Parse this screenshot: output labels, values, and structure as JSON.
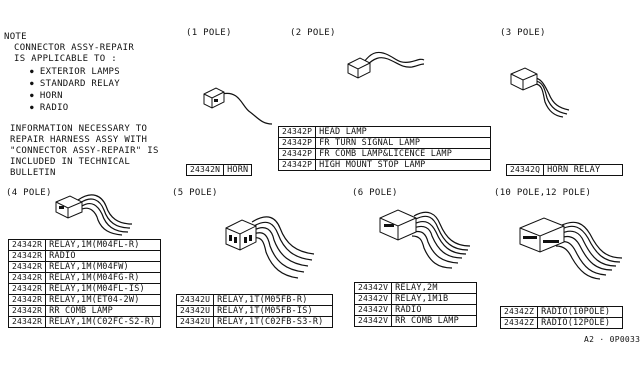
{
  "note": {
    "title": "NOTE",
    "line1": "CONNECTOR ASSY-REPAIR",
    "line2": "IS APPLICABLE TO :",
    "items": [
      "EXTERIOR LAMPS",
      "STANDARD RELAY",
      "HORN",
      "RADIO"
    ],
    "info": [
      "INFORMATION NECESSARY TO",
      "REPAIR HARNESS ASSY WITH",
      "\"CONNECTOR ASSY-REPAIR\" IS",
      "INCLUDED IN TECHNICAL",
      "BULLETIN"
    ]
  },
  "groups": {
    "pole1": {
      "label": "(1 POLE)",
      "parts": [
        {
          "pn": "24342N",
          "desc": "HORN"
        }
      ]
    },
    "pole2": {
      "label": "(2 POLE)",
      "parts": [
        {
          "pn": "24342P",
          "desc": "HEAD LAMP"
        },
        {
          "pn": "24342P",
          "desc": "FR TURN SIGNAL LAMP"
        },
        {
          "pn": "24342P",
          "desc": "FR COMB LAMP&LICENCE LAMP"
        },
        {
          "pn": "24342P",
          "desc": "HIGH MOUNT STOP LAMP"
        }
      ]
    },
    "pole3": {
      "label": "(3 POLE)",
      "parts": [
        {
          "pn": "24342Q",
          "desc": "HORN RELAY"
        }
      ]
    },
    "pole4": {
      "label": "(4 POLE)",
      "parts": [
        {
          "pn": "24342R",
          "desc": "RELAY,1M(M04FL-R)"
        },
        {
          "pn": "24342R",
          "desc": "RADIO"
        },
        {
          "pn": "24342R",
          "desc": "RELAY,1M(M04FW)"
        },
        {
          "pn": "24342R",
          "desc": "RELAY,1M(M04FG-R)"
        },
        {
          "pn": "24342R",
          "desc": "RELAY,1M(M04FL-IS)"
        },
        {
          "pn": "24342R",
          "desc": "RELAY,1M(ET04-2W)"
        },
        {
          "pn": "24342R",
          "desc": "RR COMB LAMP"
        },
        {
          "pn": "24342R",
          "desc": "RELAY,1M(C02FC-S2-R)"
        }
      ]
    },
    "pole5": {
      "label": "(5 POLE)",
      "parts": [
        {
          "pn": "24342U",
          "desc": "RELAY,1T(M05FB-R)"
        },
        {
          "pn": "24342U",
          "desc": "RELAY,1T(M05FB-IS)"
        },
        {
          "pn": "24342U",
          "desc": "RELAY,1T(C02FB-S3-R)"
        }
      ]
    },
    "pole6": {
      "label": "(6 POLE)",
      "parts": [
        {
          "pn": "24342V",
          "desc": "RELAY,2M"
        },
        {
          "pn": "24342V",
          "desc": "RELAY,1M1B"
        },
        {
          "pn": "24342V",
          "desc": "RADIO"
        },
        {
          "pn": "24342V",
          "desc": "RR COMB LAMP"
        }
      ]
    },
    "pole10": {
      "label": "(10 POLE,12 POLE)",
      "parts": [
        {
          "pn": "24342Z",
          "desc": "RADIO(10POLE)"
        },
        {
          "pn": "24342Z",
          "desc": "RADIO(12POLE)"
        }
      ]
    }
  },
  "diagram_code": "A2 · 0P0033"
}
